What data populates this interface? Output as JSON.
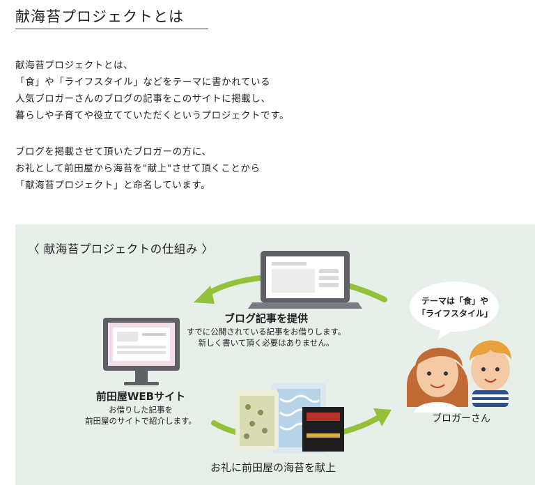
{
  "page": {
    "title": "献海苔プロジェクトとは",
    "intro_lines": [
      "献海苔プロジェクトとは、",
      "「食」や「ライフスタイル」などをテーマに書かれている",
      "人気ブロガーさんのブログの記事をこのサイトに掲載し、",
      "暮らしや子育てや役立てていただくというプロジェクトです。"
    ],
    "thanks_lines": [
      "ブログを掲載させて頂いたブロガーの方に、",
      "お礼として前田屋から海苔を\"献上\"させて頂くことから",
      "「献海苔プロジェクト」と命名しています。"
    ]
  },
  "diagram": {
    "heading": "〈 献海苔プロジェクトの仕組み 〉",
    "blog_provide": {
      "title": "ブログ記事を提供",
      "lines": [
        "すでに公開されている記事をお借りします。",
        "新しく書いて頂く必要はありません。"
      ]
    },
    "website": {
      "title": "前田屋WEBサイト",
      "lines": [
        "お借りした記事を",
        "前田屋のサイトで紹介します。"
      ]
    },
    "bloggers": {
      "label": "ブロガーさん",
      "bubble_lines": [
        "テーマは「食」や",
        "「ライフスタイル」"
      ]
    },
    "gift": {
      "title": "お礼に前田屋の海苔を献上"
    },
    "colors": {
      "background": "#e7efe9",
      "arrow": "#93c23a",
      "monitor": "#5f5f66",
      "screen": "#f3dde8"
    }
  }
}
